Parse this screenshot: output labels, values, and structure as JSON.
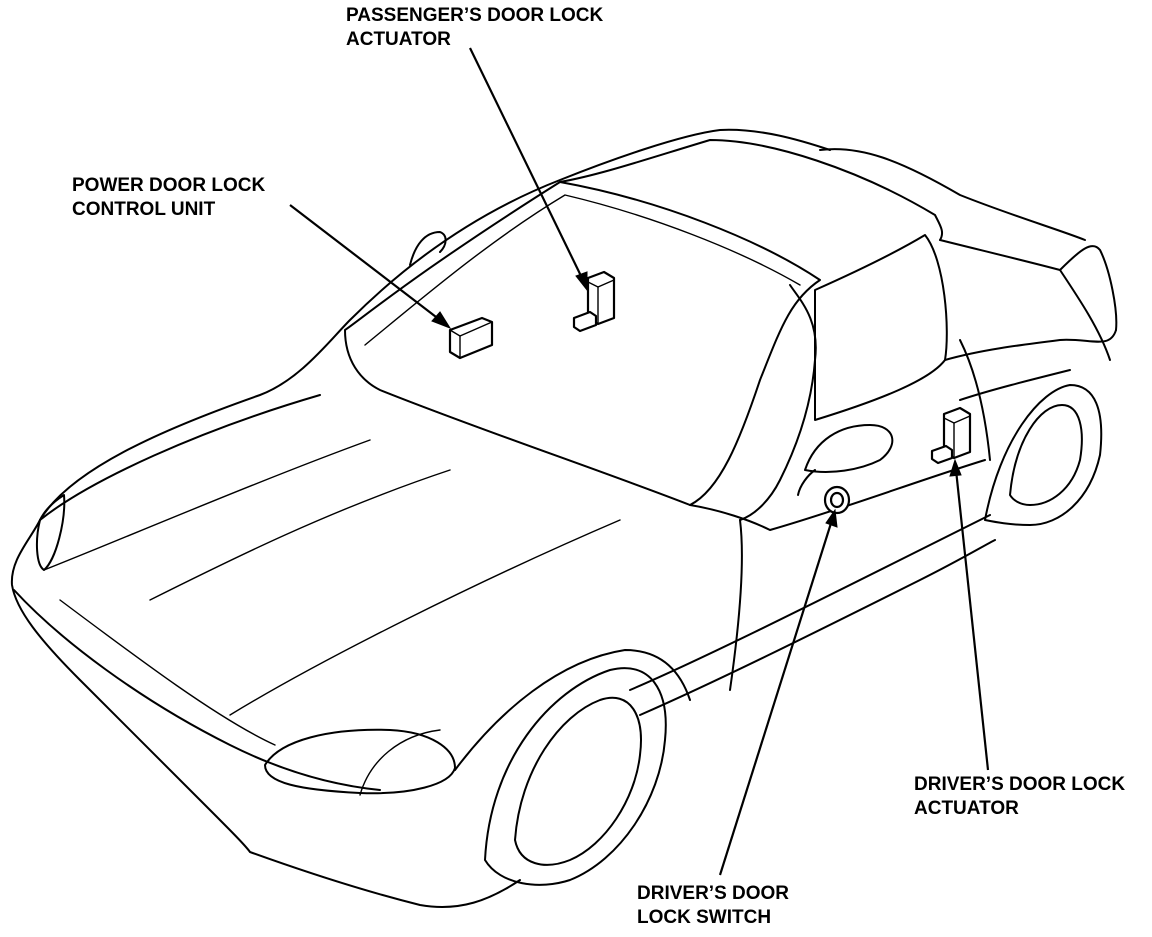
{
  "labels": {
    "passenger_actuator": [
      "PASSENGER’S DOOR LOCK",
      "ACTUATOR"
    ],
    "control_unit": [
      "POWER DOOR LOCK",
      "CONTROL UNIT"
    ],
    "driver_actuator": [
      "DRIVER’S DOOR LOCK",
      "ACTUATOR"
    ],
    "lock_switch": [
      "DRIVER’S DOOR",
      "LOCK SWITCH"
    ]
  }
}
